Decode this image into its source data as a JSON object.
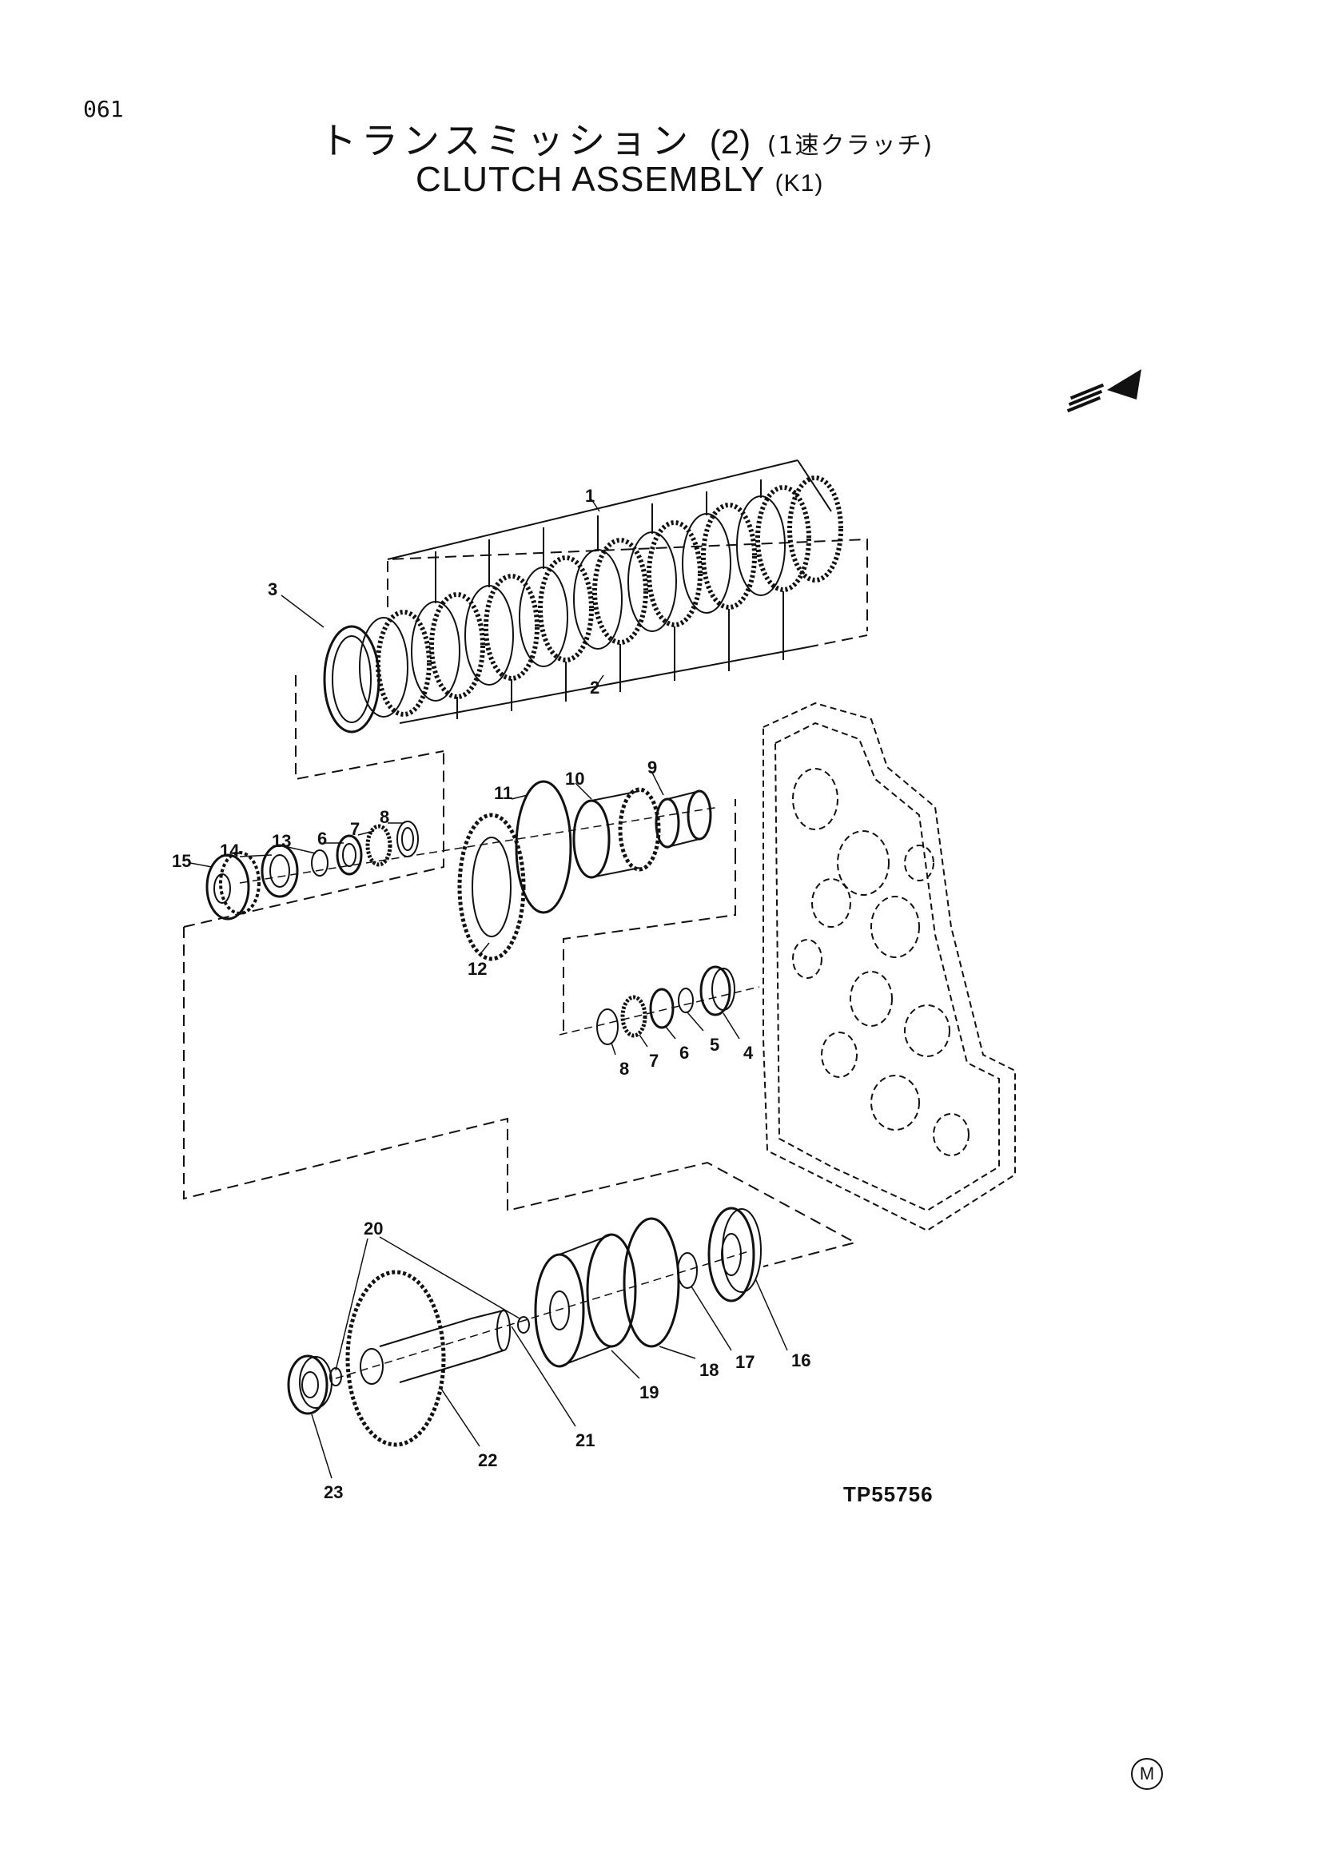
{
  "page_number": "061",
  "title": {
    "japanese_main": "トランスミッション",
    "japanese_num": "(2)",
    "japanese_sub": "(1速クラッチ)",
    "english_main": "CLUTCH ASSEMBLY",
    "english_sub": "(K1)"
  },
  "figure_code": "TP55756",
  "mark_symbol": "M",
  "callouts": [
    "1",
    "2",
    "3",
    "4",
    "5",
    "6",
    "7",
    "8",
    "9",
    "10",
    "11",
    "12",
    "13",
    "14",
    "15",
    "16",
    "17",
    "18",
    "19",
    "20",
    "21",
    "22",
    "23"
  ],
  "callouts_lower_group": [
    "8",
    "7",
    "6",
    "5",
    "4"
  ]
}
